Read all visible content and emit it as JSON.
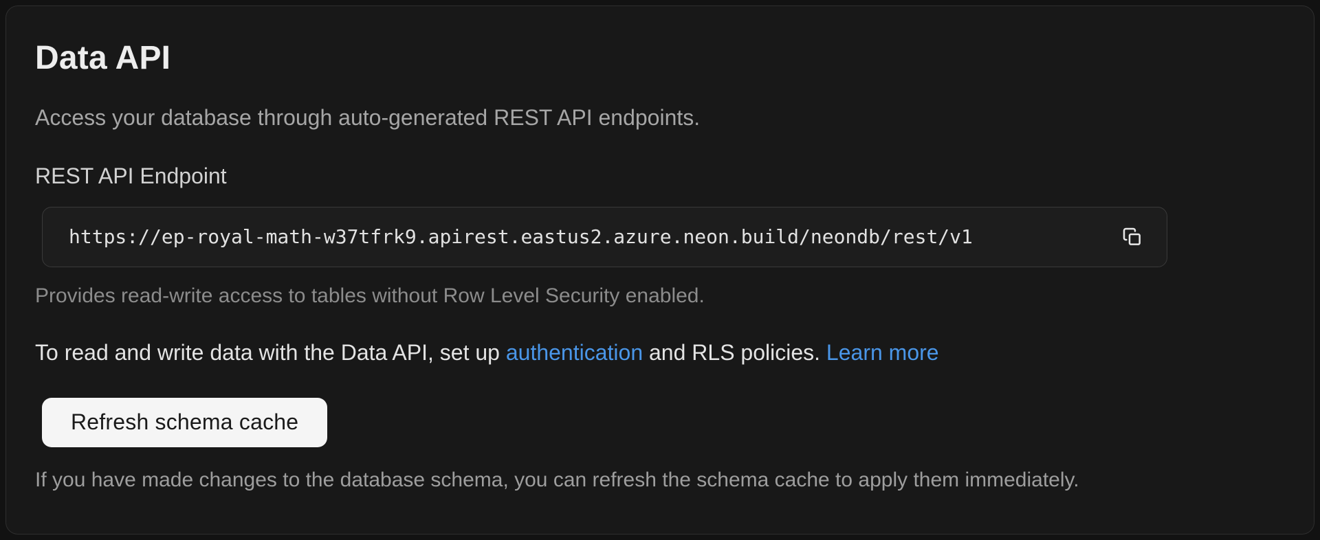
{
  "card": {
    "title": "Data API",
    "subtitle": "Access your database through auto-generated REST API endpoints.",
    "endpoint": {
      "label": "REST API Endpoint",
      "url": "https://ep-royal-math-w37tfrk9.apirest.eastus2.azure.neon.build/neondb/rest/v1",
      "copy_icon": "copy-icon",
      "helper": "Provides read-write access to tables without Row Level Security enabled."
    },
    "auth_note": {
      "text_before_auth_link": "To read and write data with the Data API, set up ",
      "auth_link_label": "authentication",
      "text_between_links": " and RLS policies. ",
      "learn_more_link_label": "Learn more"
    },
    "schema_cache": {
      "button_label": "Refresh schema cache",
      "helper": "If you have made changes to the database schema, you can refresh the schema cache to apply them immediately."
    }
  },
  "colors": {
    "page_bg": "#121212",
    "card_bg": "#181818",
    "card_border": "#2e2e2e",
    "field_border": "#3a3a3a",
    "link": "#4a96e8",
    "button_bg": "#f5f5f5",
    "button_text": "#1a1a1a"
  }
}
